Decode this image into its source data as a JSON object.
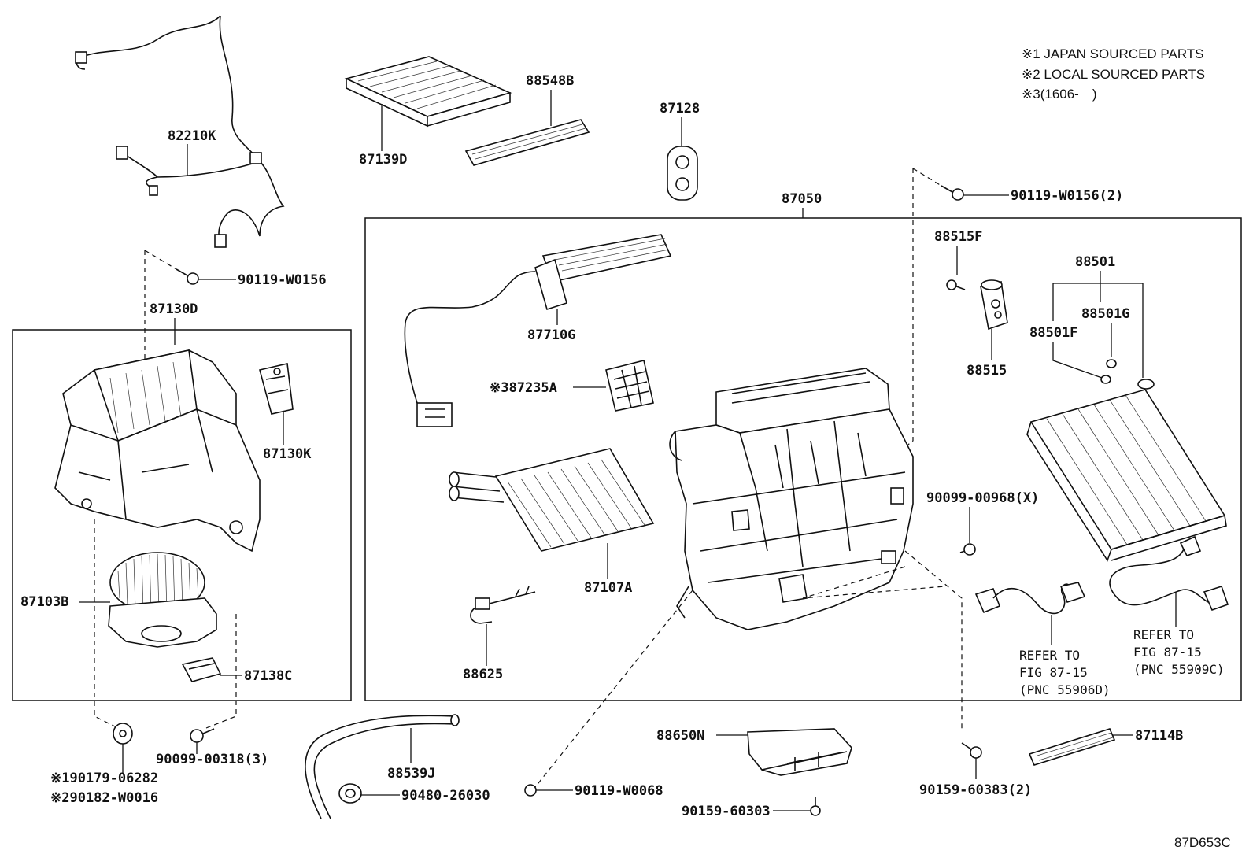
{
  "notes": {
    "n1": "※1 JAPAN SOURCED PARTS",
    "n2": "※2 LOCAL SOURCED PARTS",
    "n3": "※3(1606-　)"
  },
  "labels": {
    "p82210K": "82210K",
    "p87139D": "87139D",
    "p88548B": "88548B",
    "p87128": "87128",
    "p87050": "87050",
    "p90119W0156_2": "90119-W0156(2)",
    "p90119W0156": "90119-W0156",
    "p87130D": "87130D",
    "p87130K": "87130K",
    "p87103B": "87103B",
    "p87138C": "87138C",
    "p87710G": "87710G",
    "p87235A": "※387235A",
    "p87107A": "87107A",
    "p88625": "88625",
    "p88515F": "88515F",
    "p88515": "88515",
    "p88501": "88501",
    "p88501G": "88501G",
    "p88501F": "88501F",
    "p90099_00968": "90099-00968(X)",
    "p90179": "※190179-06282",
    "p90182": "※290182-W0016",
    "p90099_00318": "90099-00318(3)",
    "p88539J": "88539J",
    "p90480": "90480-26030",
    "p90119W0068": "90119-W0068",
    "p88650N": "88650N",
    "p90159_60303": "90159-60303",
    "p90159_60383": "90159-60383(2)",
    "p87114B": "87114B"
  },
  "refs": {
    "left": {
      "l1": "REFER TO",
      "l2": "FIG 87-15",
      "l3": "(PNC 55906D)"
    },
    "right": {
      "l1": "REFER TO",
      "l2": "FIG 87-15",
      "l3": "(PNC 55909C)"
    }
  },
  "figure_id": "87D653C"
}
